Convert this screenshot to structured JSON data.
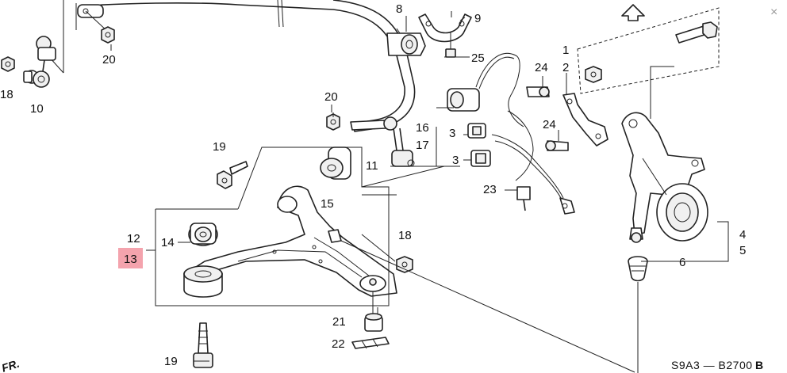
{
  "diagram": {
    "callouts": {
      "c1": "1",
      "c2": "2",
      "c3a": "3",
      "c3b": "3",
      "c4": "4",
      "c5": "5",
      "c6": "6",
      "c8": "8",
      "c9": "9",
      "c10": "10",
      "c11": "11",
      "c12": "12",
      "c13": "13",
      "c14": "14",
      "c15": "15",
      "c16": "16",
      "c17": "17",
      "c18a": "18",
      "c18b": "18",
      "c19a": "19",
      "c19b": "19",
      "c20a": "20",
      "c20b": "20",
      "c21": "21",
      "c22": "22",
      "c23": "23",
      "c24a": "24",
      "c24b": "24",
      "c25": "25"
    },
    "highlighted_callout": "13",
    "drawing_code": "S9A3 — B2700",
    "drawing_code_suffix": "B",
    "front_marker": "FR.",
    "close_glyph": "×",
    "highlight_color": "#f4a3ad"
  }
}
